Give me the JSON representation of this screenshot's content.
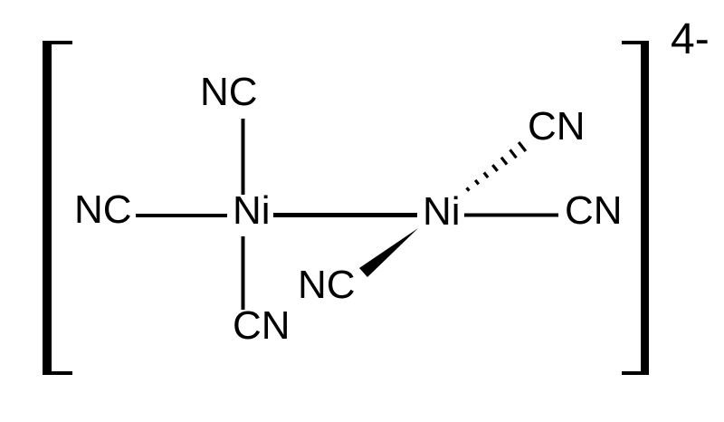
{
  "colors": {
    "ink": "#000000",
    "background": "#ffffff"
  },
  "molecule": {
    "charge": "4-",
    "atoms": {
      "ni_left": "Ni",
      "ni_right": "Ni"
    },
    "ligands": {
      "top": "NC",
      "left": "NC",
      "bottom": "CN",
      "wedge": "NC",
      "hashed": "CN",
      "right": "CN"
    }
  }
}
